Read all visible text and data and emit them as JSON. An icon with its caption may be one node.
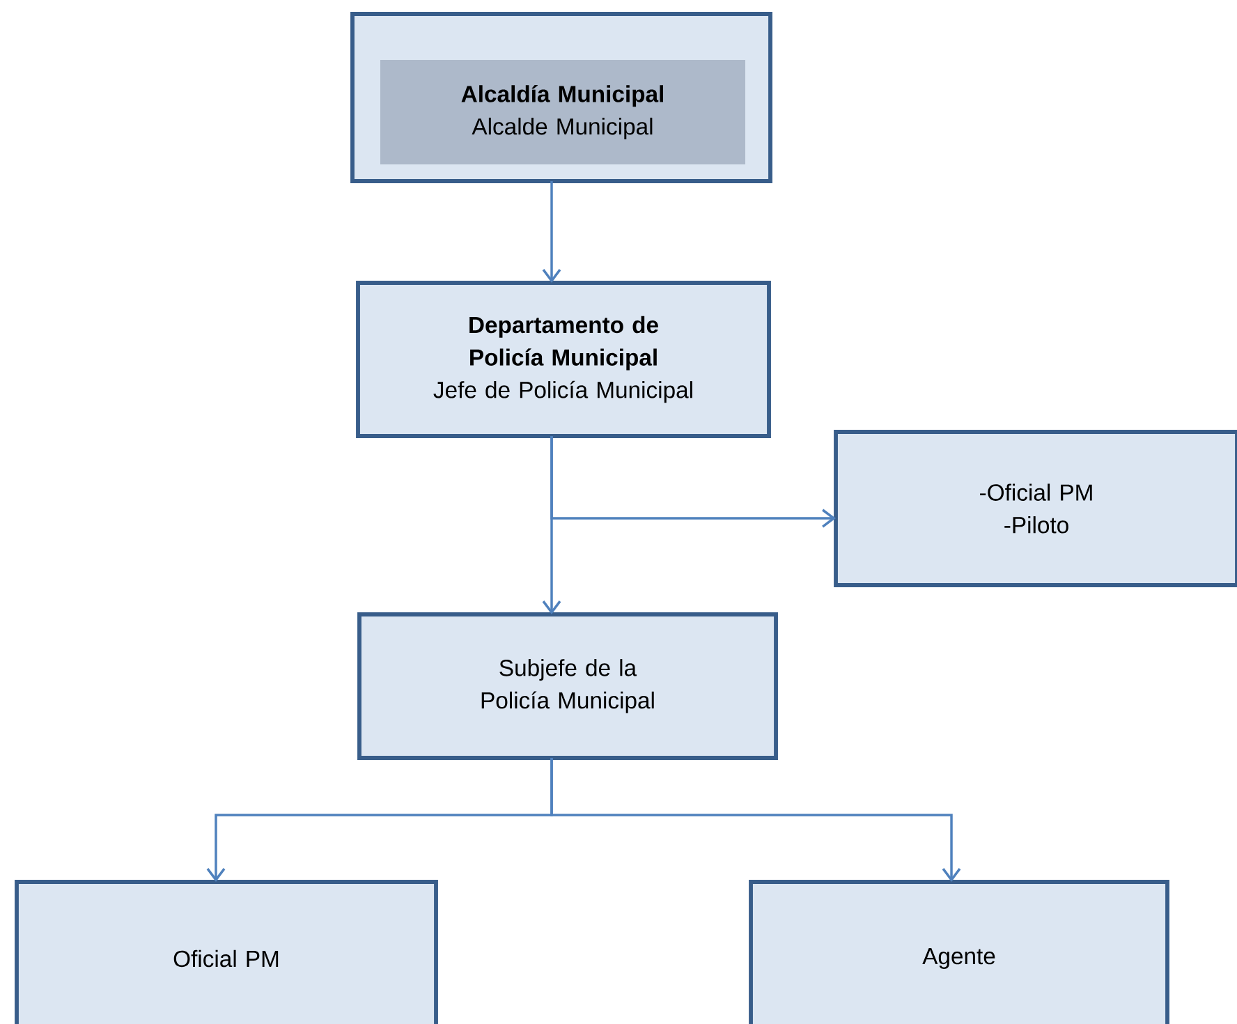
{
  "diagram": {
    "nodes": [
      {
        "text": [],
        "shape": "box"
      },
      {
        "text": [
          "Alcaldía Municipal",
          "Alcalde Municipal"
        ],
        "in": 0
      },
      {
        "text": [
          "Departamento de Policía Municipal",
          "Jefe de Policía Municipal"
        ]
      },
      {
        "text": [
          "-Oficial PM",
          "-Piloto"
        ]
      },
      {
        "text": [
          "Subjefe de la Policía Municipal"
        ]
      },
      {
        "text": [
          "Oficial PM"
        ]
      },
      {
        "text": [
          "Agente"
        ]
      }
    ],
    "edges": [
      {
        "from": 0,
        "to": 2,
        "arrow": "to"
      },
      {
        "from": 2,
        "to": 4,
        "arrow": "to"
      },
      {
        "from": 2,
        "to": 3,
        "arrow": "to"
      },
      {
        "from": 4,
        "to": 5,
        "arrow": "to"
      },
      {
        "from": 4,
        "to": 6,
        "arrow": "to"
      }
    ]
  }
}
